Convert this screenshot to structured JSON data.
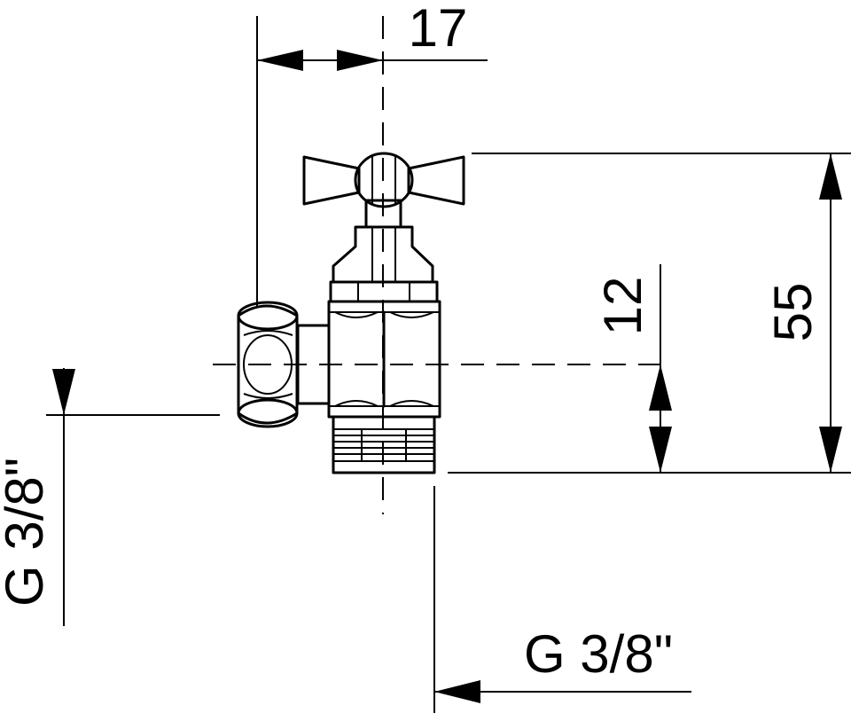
{
  "drawing": {
    "dimensions": {
      "offset": "17",
      "thread_length": "12",
      "height": "55",
      "inlet_thread": "G 3/8\"",
      "outlet_thread": "G 3/8\""
    },
    "colors": {
      "line": "#000000",
      "background": "#ffffff"
    }
  }
}
